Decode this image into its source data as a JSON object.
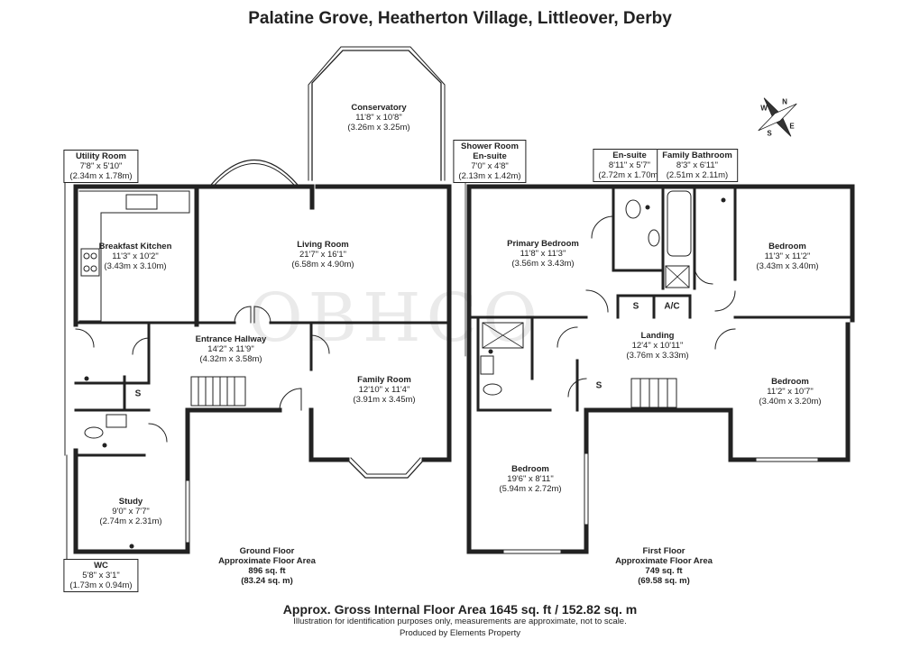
{
  "title": "Palatine Grove, Heatherton Village, Littleover, Derby",
  "watermark": "OBHCO",
  "rooms": {
    "conservatory": {
      "name": "Conservatory",
      "imperial": "11'8\" x 10'8\"",
      "metric": "(3.26m x 3.25m)"
    },
    "utility": {
      "name": "Utility Room",
      "imperial": "7'8\" x 5'10\"",
      "metric": "(2.34m x 1.78m)"
    },
    "kitchen": {
      "name": "Breakfast Kitchen",
      "imperial": "11'3\" x 10'2\"",
      "metric": "(3.43m x 3.10m)"
    },
    "living": {
      "name": "Living Room",
      "imperial": "21'7\" x 16'1\"",
      "metric": "(6.58m x 4.90m)"
    },
    "hallway": {
      "name": "Entrance Hallway",
      "imperial": "14'2\" x 11'9\"",
      "metric": "(4.32m x 3.58m)"
    },
    "family": {
      "name": "Family Room",
      "imperial": "12'10\" x 11'4\"",
      "metric": "(3.91m x 3.45m)"
    },
    "study": {
      "name": "Study",
      "imperial": "9'0\" x 7'7\"",
      "metric": "(2.74m x 2.31m)"
    },
    "wc": {
      "name": "WC",
      "imperial": "5'8\" x 3'1\"",
      "metric": "(1.73m x 0.94m)"
    },
    "shower": {
      "name": "Shower Room",
      "sub": "En-suite",
      "imperial": "7'0\" x 4'8\"",
      "metric": "(2.13m x 1.42m)"
    },
    "ensuite": {
      "name": "En-suite",
      "imperial": "8'11\" x 5'7\"",
      "metric": "(2.72m x 1.70m)"
    },
    "bathroom": {
      "name": "Family Bathroom",
      "imperial": "8'3\" x 6'11\"",
      "metric": "(2.51m x 2.11m)"
    },
    "primary": {
      "name": "Primary Bedroom",
      "imperial": "11'8\" x 11'3\"",
      "metric": "(3.56m x 3.43m)"
    },
    "bed_ne": {
      "name": "Bedroom",
      "imperial": "11'3\" x 11'2\"",
      "metric": "(3.43m x 3.40m)"
    },
    "landing": {
      "name": "Landing",
      "imperial": "12'4\" x 10'11\"",
      "metric": "(3.76m x 3.33m)"
    },
    "bed_e": {
      "name": "Bedroom",
      "imperial": "11'2\" x 10'7\"",
      "metric": "(3.40m x 3.20m)"
    },
    "bed_sw": {
      "name": "Bedroom",
      "imperial": "19'6\" x 8'11\"",
      "metric": "(5.94m x 2.72m)"
    }
  },
  "symbols": {
    "store": "S",
    "airing": "A/C"
  },
  "floors": {
    "ground": {
      "name": "Ground Floor",
      "label": "Approximate Floor Area",
      "sqft": "896 sq. ft",
      "sqm": "(83.24 sq. m)"
    },
    "first": {
      "name": "First Floor",
      "label": "Approximate Floor Area",
      "sqft": "749 sq. ft",
      "sqm": "(69.58 sq. m)"
    }
  },
  "compass": {
    "n": "N",
    "s": "S",
    "e": "E",
    "w": "W"
  },
  "footer": {
    "gross": "Approx. Gross Internal Floor Area 1645 sq. ft / 152.82 sq. m",
    "disclaimer": "Illustration for identification purposes only, measurements are approximate, not to scale.",
    "producer": "Produced by Elements Property"
  }
}
